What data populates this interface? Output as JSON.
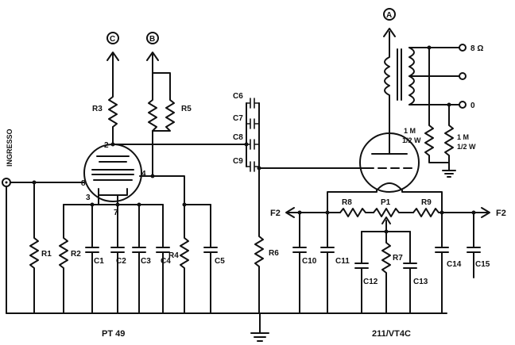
{
  "terminals": {
    "c": "C",
    "b": "B",
    "a": "A"
  },
  "input_label": "INGRESSO",
  "resistors": {
    "r1": "R1",
    "r2": "R2",
    "r3": "R3",
    "r4": "R4",
    "r5": "R5",
    "r6": "R6",
    "r7": "R7",
    "r8": "R8",
    "r9": "R9",
    "p1": "P1"
  },
  "capacitors": {
    "c1": "C1",
    "c2": "C2",
    "c3": "C3",
    "c4": "C4",
    "c5": "C5",
    "c6": "C6",
    "c7": "C7",
    "c8": "C8",
    "c9": "C9",
    "c10": "C10",
    "c11": "C11",
    "c12": "C12",
    "c13": "C13",
    "c14": "C14",
    "c15": "C15"
  },
  "pins": {
    "p2": "2",
    "p3": "3",
    "p4": "4",
    "p7": "7",
    "p8": "8"
  },
  "filament": {
    "left": "F2",
    "right": "F2"
  },
  "transformer_taps": {
    "t8": "8 Ω",
    "t0": "0"
  },
  "load_resistors": {
    "m1_a": "1 M",
    "m1_a_w": "1/2 W",
    "m1_b": "1 M",
    "m1_b_w": "1/2 W"
  },
  "tubes": {
    "left": "PT 49",
    "right": "211/VT4C"
  }
}
